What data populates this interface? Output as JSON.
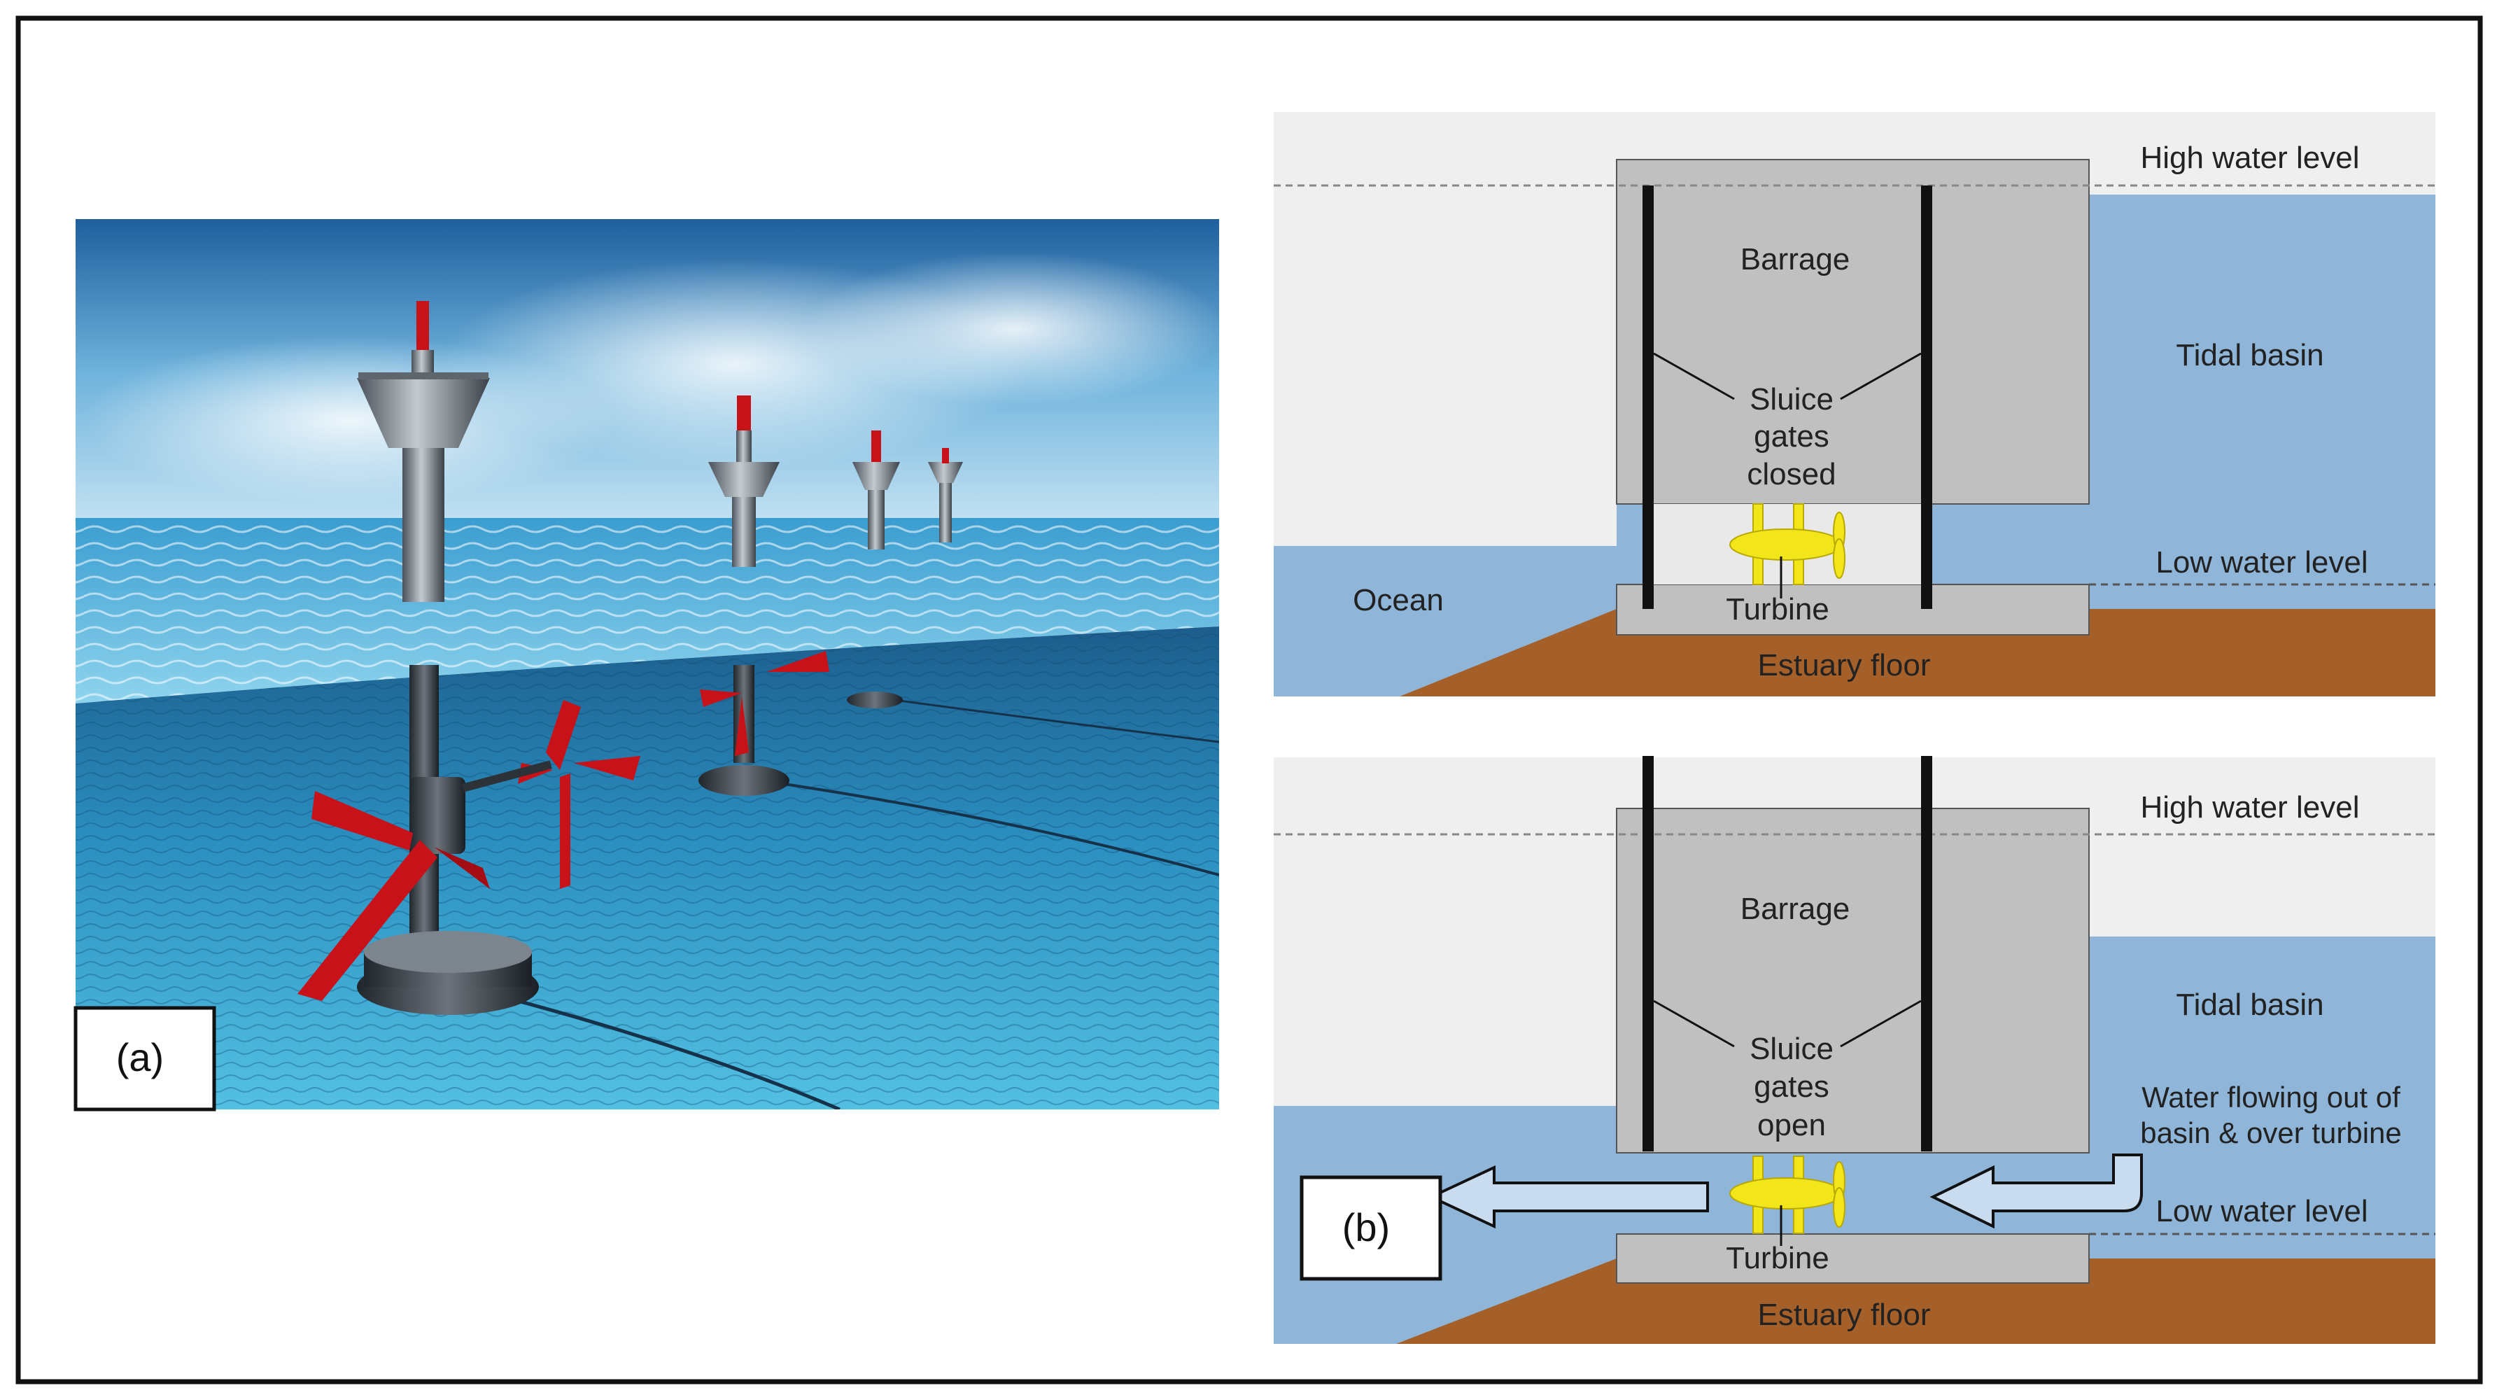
{
  "panel_a": {
    "label": "(a)"
  },
  "panel_b": {
    "label": "(b)"
  },
  "diagram_top": {
    "barrage": "Barrage",
    "sluice_line1": "Sluice",
    "sluice_line2": "gates",
    "sluice_line3": "closed",
    "high_water": "High water level",
    "low_water": "Low water level",
    "tidal_basin": "Tidal basin",
    "ocean": "Ocean",
    "turbine": "Turbine",
    "estuary_floor": "Estuary floor"
  },
  "diagram_bottom": {
    "barrage": "Barrage",
    "sluice_line1": "Sluice",
    "sluice_line2": "gates",
    "sluice_line3": "open",
    "high_water": "High water level",
    "low_water": "Low water level",
    "tidal_basin": "Tidal basin",
    "flow_line1": "Water flowing out of",
    "flow_line2": "basin & over turbine",
    "turbine": "Turbine",
    "estuary_floor": "Estuary floor"
  },
  "colors": {
    "water": "#8fb5d8",
    "sky": "#efefef",
    "barrage": "#c0c0c0",
    "floor": "#a5602a",
    "turbine": "#f2e51a",
    "rotor": "#c8121a",
    "sea_top": "#2e86bf",
    "sea_floor": "#4ab3d6"
  }
}
